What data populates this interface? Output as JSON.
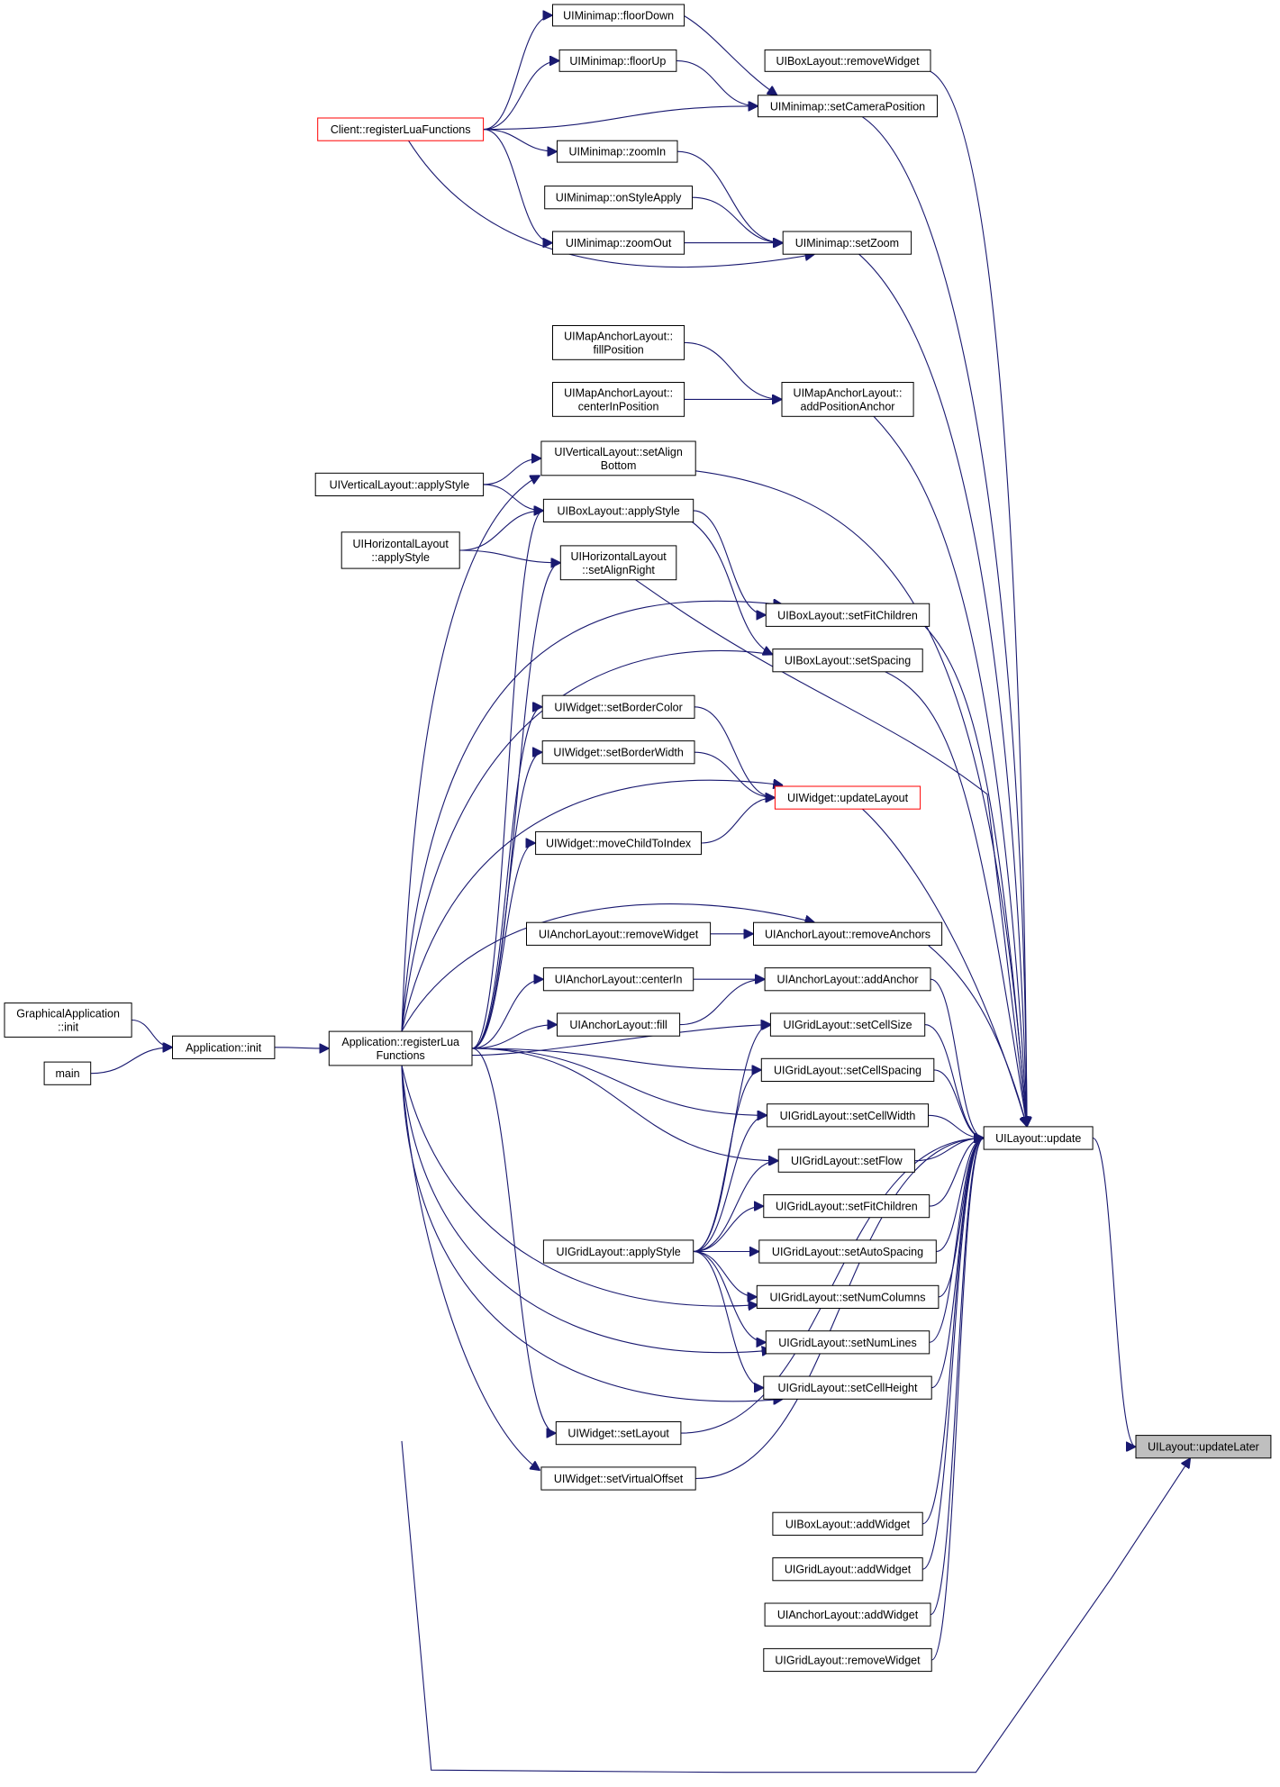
{
  "colors": {
    "edge": "#191970",
    "node_border": "#000000",
    "node_border_incomplete": "#ff0000",
    "focus_fill": "#bfbfbf"
  },
  "nodes": [
    {
      "id": "floorDown",
      "lines": [
        "UIMinimap::floorDown"
      ]
    },
    {
      "id": "boxRemoveWidget",
      "lines": [
        "UIBoxLayout::removeWidget"
      ]
    },
    {
      "id": "floorUp",
      "lines": [
        "UIMinimap::floorUp"
      ]
    },
    {
      "id": "setCameraPosition",
      "lines": [
        "UIMinimap::setCameraPosition"
      ]
    },
    {
      "id": "clientRegister",
      "lines": [
        "Client::registerLuaFunctions"
      ],
      "style": "red"
    },
    {
      "id": "zoomIn",
      "lines": [
        "UIMinimap::zoomIn"
      ]
    },
    {
      "id": "onStyleApply",
      "lines": [
        "UIMinimap::onStyleApply"
      ]
    },
    {
      "id": "zoomOut",
      "lines": [
        "UIMinimap::zoomOut"
      ]
    },
    {
      "id": "setZoom",
      "lines": [
        "UIMinimap::setZoom"
      ]
    },
    {
      "id": "fillPosition",
      "lines": [
        "UIMapAnchorLayout::",
        "fillPosition"
      ]
    },
    {
      "id": "centerInPosition",
      "lines": [
        "UIMapAnchorLayout::",
        "centerInPosition"
      ]
    },
    {
      "id": "addPositionAnchor",
      "lines": [
        "UIMapAnchorLayout::",
        "addPositionAnchor"
      ]
    },
    {
      "id": "vSetAlignBottom",
      "lines": [
        "UIVerticalLayout::setAlign",
        "Bottom"
      ]
    },
    {
      "id": "vApplyStyle",
      "lines": [
        "UIVerticalLayout::applyStyle"
      ]
    },
    {
      "id": "boxApplyStyle",
      "lines": [
        "UIBoxLayout::applyStyle"
      ]
    },
    {
      "id": "hApplyStyle",
      "lines": [
        "UIHorizontalLayout",
        "::applyStyle"
      ]
    },
    {
      "id": "hSetAlignRight",
      "lines": [
        "UIHorizontalLayout",
        "::setAlignRight"
      ]
    },
    {
      "id": "boxSetFitChildren",
      "lines": [
        "UIBoxLayout::setFitChildren"
      ]
    },
    {
      "id": "boxSetSpacing",
      "lines": [
        "UIBoxLayout::setSpacing"
      ]
    },
    {
      "id": "setBorderColor",
      "lines": [
        "UIWidget::setBorderColor"
      ]
    },
    {
      "id": "setBorderWidth",
      "lines": [
        "UIWidget::setBorderWidth"
      ]
    },
    {
      "id": "updateLayout",
      "lines": [
        "UIWidget::updateLayout"
      ],
      "style": "red"
    },
    {
      "id": "moveChildToIndex",
      "lines": [
        "UIWidget::moveChildToIndex"
      ]
    },
    {
      "id": "anchorRemoveWidget",
      "lines": [
        "UIAnchorLayout::removeWidget"
      ]
    },
    {
      "id": "removeAnchors",
      "lines": [
        "UIAnchorLayout::removeAnchors"
      ]
    },
    {
      "id": "centerIn",
      "lines": [
        "UIAnchorLayout::centerIn"
      ]
    },
    {
      "id": "addAnchor",
      "lines": [
        "UIAnchorLayout::addAnchor"
      ]
    },
    {
      "id": "graphicalInit",
      "lines": [
        "GraphicalApplication",
        "::init"
      ]
    },
    {
      "id": "appInit",
      "lines": [
        "Application::init"
      ]
    },
    {
      "id": "appRegister",
      "lines": [
        "Application::registerLua",
        "Functions"
      ]
    },
    {
      "id": "anchorFill",
      "lines": [
        "UIAnchorLayout::fill"
      ]
    },
    {
      "id": "gridSetCellSize",
      "lines": [
        "UIGridLayout::setCellSize"
      ]
    },
    {
      "id": "main",
      "lines": [
        "main"
      ]
    },
    {
      "id": "gridSetCellSpacing",
      "lines": [
        "UIGridLayout::setCellSpacing"
      ]
    },
    {
      "id": "gridSetCellWidth",
      "lines": [
        "UIGridLayout::setCellWidth"
      ]
    },
    {
      "id": "layoutUpdate",
      "lines": [
        "UILayout::update"
      ]
    },
    {
      "id": "gridSetFlow",
      "lines": [
        "UIGridLayout::setFlow"
      ]
    },
    {
      "id": "gridSetFitChildren",
      "lines": [
        "UIGridLayout::setFitChildren"
      ]
    },
    {
      "id": "gridApplyStyle",
      "lines": [
        "UIGridLayout::applyStyle"
      ]
    },
    {
      "id": "gridSetAutoSpacing",
      "lines": [
        "UIGridLayout::setAutoSpacing"
      ]
    },
    {
      "id": "gridSetNumColumns",
      "lines": [
        "UIGridLayout::setNumColumns"
      ]
    },
    {
      "id": "gridSetNumLines",
      "lines": [
        "UIGridLayout::setNumLines"
      ]
    },
    {
      "id": "gridSetCellHeight",
      "lines": [
        "UIGridLayout::setCellHeight"
      ]
    },
    {
      "id": "setLayout",
      "lines": [
        "UIWidget::setLayout"
      ]
    },
    {
      "id": "updateLater",
      "lines": [
        "UILayout::updateLater"
      ],
      "style": "focus"
    },
    {
      "id": "setVirtualOffset",
      "lines": [
        "UIWidget::setVirtualOffset"
      ]
    },
    {
      "id": "boxAddWidget",
      "lines": [
        "UIBoxLayout::addWidget"
      ]
    },
    {
      "id": "gridAddWidget",
      "lines": [
        "UIGridLayout::addWidget"
      ]
    },
    {
      "id": "anchorAddWidget",
      "lines": [
        "UIAnchorLayout::addWidget"
      ]
    },
    {
      "id": "gridRemoveWidget",
      "lines": [
        "UIGridLayout::removeWidget"
      ]
    }
  ],
  "edges": [
    [
      "layoutUpdate",
      "updateLater"
    ],
    [
      "appRegister",
      "updateLater"
    ],
    [
      "boxRemoveWidget",
      "layoutUpdate"
    ],
    [
      "setCameraPosition",
      "layoutUpdate"
    ],
    [
      "setZoom",
      "layoutUpdate"
    ],
    [
      "addPositionAnchor",
      "layoutUpdate"
    ],
    [
      "vSetAlignBottom",
      "layoutUpdate"
    ],
    [
      "hSetAlignRight",
      "layoutUpdate"
    ],
    [
      "boxSetFitChildren",
      "layoutUpdate"
    ],
    [
      "boxSetSpacing",
      "layoutUpdate"
    ],
    [
      "updateLayout",
      "layoutUpdate"
    ],
    [
      "removeAnchors",
      "layoutUpdate"
    ],
    [
      "addAnchor",
      "layoutUpdate"
    ],
    [
      "gridSetCellSize",
      "layoutUpdate"
    ],
    [
      "gridSetCellSpacing",
      "layoutUpdate"
    ],
    [
      "gridSetCellWidth",
      "layoutUpdate"
    ],
    [
      "gridSetFlow",
      "layoutUpdate"
    ],
    [
      "gridSetFitChildren",
      "layoutUpdate"
    ],
    [
      "gridSetAutoSpacing",
      "layoutUpdate"
    ],
    [
      "gridSetNumColumns",
      "layoutUpdate"
    ],
    [
      "gridSetNumLines",
      "layoutUpdate"
    ],
    [
      "gridSetCellHeight",
      "layoutUpdate"
    ],
    [
      "setLayout",
      "layoutUpdate"
    ],
    [
      "setVirtualOffset",
      "layoutUpdate"
    ],
    [
      "boxAddWidget",
      "layoutUpdate"
    ],
    [
      "gridAddWidget",
      "layoutUpdate"
    ],
    [
      "anchorAddWidget",
      "layoutUpdate"
    ],
    [
      "gridRemoveWidget",
      "layoutUpdate"
    ],
    [
      "floorDown",
      "setCameraPosition"
    ],
    [
      "floorUp",
      "setCameraPosition"
    ],
    [
      "clientRegister",
      "setCameraPosition"
    ],
    [
      "clientRegister",
      "floorDown"
    ],
    [
      "clientRegister",
      "floorUp"
    ],
    [
      "clientRegister",
      "zoomIn"
    ],
    [
      "clientRegister",
      "zoomOut"
    ],
    [
      "clientRegister",
      "setZoom"
    ],
    [
      "zoomIn",
      "setZoom"
    ],
    [
      "onStyleApply",
      "setZoom"
    ],
    [
      "zoomOut",
      "setZoom"
    ],
    [
      "fillPosition",
      "addPositionAnchor"
    ],
    [
      "centerInPosition",
      "addPositionAnchor"
    ],
    [
      "vApplyStyle",
      "vSetAlignBottom"
    ],
    [
      "vApplyStyle",
      "boxApplyStyle"
    ],
    [
      "hApplyStyle",
      "boxApplyStyle"
    ],
    [
      "hApplyStyle",
      "hSetAlignRight"
    ],
    [
      "boxApplyStyle",
      "boxSetFitChildren"
    ],
    [
      "boxApplyStyle",
      "boxSetSpacing"
    ],
    [
      "setBorderColor",
      "updateLayout"
    ],
    [
      "setBorderWidth",
      "updateLayout"
    ],
    [
      "moveChildToIndex",
      "updateLayout"
    ],
    [
      "anchorRemoveWidget",
      "removeAnchors"
    ],
    [
      "centerIn",
      "addAnchor"
    ],
    [
      "anchorFill",
      "addAnchor"
    ],
    [
      "graphicalInit",
      "appInit"
    ],
    [
      "main",
      "appInit"
    ],
    [
      "appInit",
      "appRegister"
    ],
    [
      "appRegister",
      "vSetAlignBottom"
    ],
    [
      "appRegister",
      "boxApplyStyle"
    ],
    [
      "appRegister",
      "hSetAlignRight"
    ],
    [
      "appRegister",
      "boxSetFitChildren"
    ],
    [
      "appRegister",
      "boxSetSpacing"
    ],
    [
      "appRegister",
      "setBorderColor"
    ],
    [
      "appRegister",
      "setBorderWidth"
    ],
    [
      "appRegister",
      "updateLayout"
    ],
    [
      "appRegister",
      "moveChildToIndex"
    ],
    [
      "appRegister",
      "removeAnchors"
    ],
    [
      "appRegister",
      "centerIn"
    ],
    [
      "appRegister",
      "anchorFill"
    ],
    [
      "appRegister",
      "gridSetCellSize"
    ],
    [
      "appRegister",
      "gridSetCellSpacing"
    ],
    [
      "appRegister",
      "gridSetCellWidth"
    ],
    [
      "appRegister",
      "gridSetFlow"
    ],
    [
      "appRegister",
      "gridSetNumColumns"
    ],
    [
      "appRegister",
      "gridSetNumLines"
    ],
    [
      "appRegister",
      "gridSetCellHeight"
    ],
    [
      "appRegister",
      "setLayout"
    ],
    [
      "appRegister",
      "setVirtualOffset"
    ],
    [
      "gridApplyStyle",
      "gridSetCellSize"
    ],
    [
      "gridApplyStyle",
      "gridSetCellSpacing"
    ],
    [
      "gridApplyStyle",
      "gridSetCellWidth"
    ],
    [
      "gridApplyStyle",
      "gridSetFlow"
    ],
    [
      "gridApplyStyle",
      "gridSetFitChildren"
    ],
    [
      "gridApplyStyle",
      "gridSetAutoSpacing"
    ],
    [
      "gridApplyStyle",
      "gridSetNumColumns"
    ],
    [
      "gridApplyStyle",
      "gridSetNumLines"
    ],
    [
      "gridApplyStyle",
      "gridSetCellHeight"
    ]
  ]
}
